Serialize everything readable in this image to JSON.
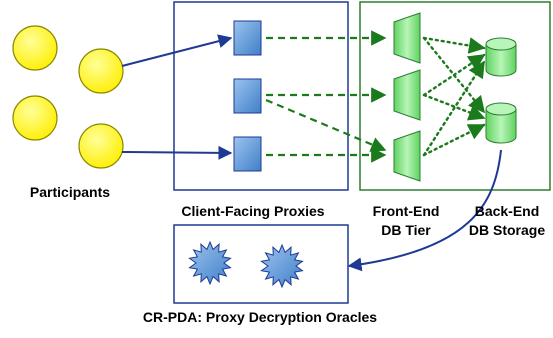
{
  "labels": {
    "participants": "Participants",
    "client_proxies": "Client-Facing Proxies",
    "frontend_line1": "Front-End",
    "frontend_line2": "DB Tier",
    "backend_line1": "Back-End",
    "backend_line2": "DB Storage",
    "oracles": "CR-PDA:  Proxy Decryption Oracles"
  },
  "colors": {
    "participant_fill": "#ffff33",
    "proxy_fill": "#5b9bd5",
    "proxy_box_border": "#1f3a93",
    "db_box_border": "#2e7d32",
    "db_tier_fill": "#7fe07f",
    "storage_fill": "#7fe07f",
    "oracle_fill": "#5b9bd5",
    "solid_arrow": "#1f3a93",
    "dashed_arrow": "#1b7a1b",
    "dotted_arrow": "#1b7a1b"
  }
}
